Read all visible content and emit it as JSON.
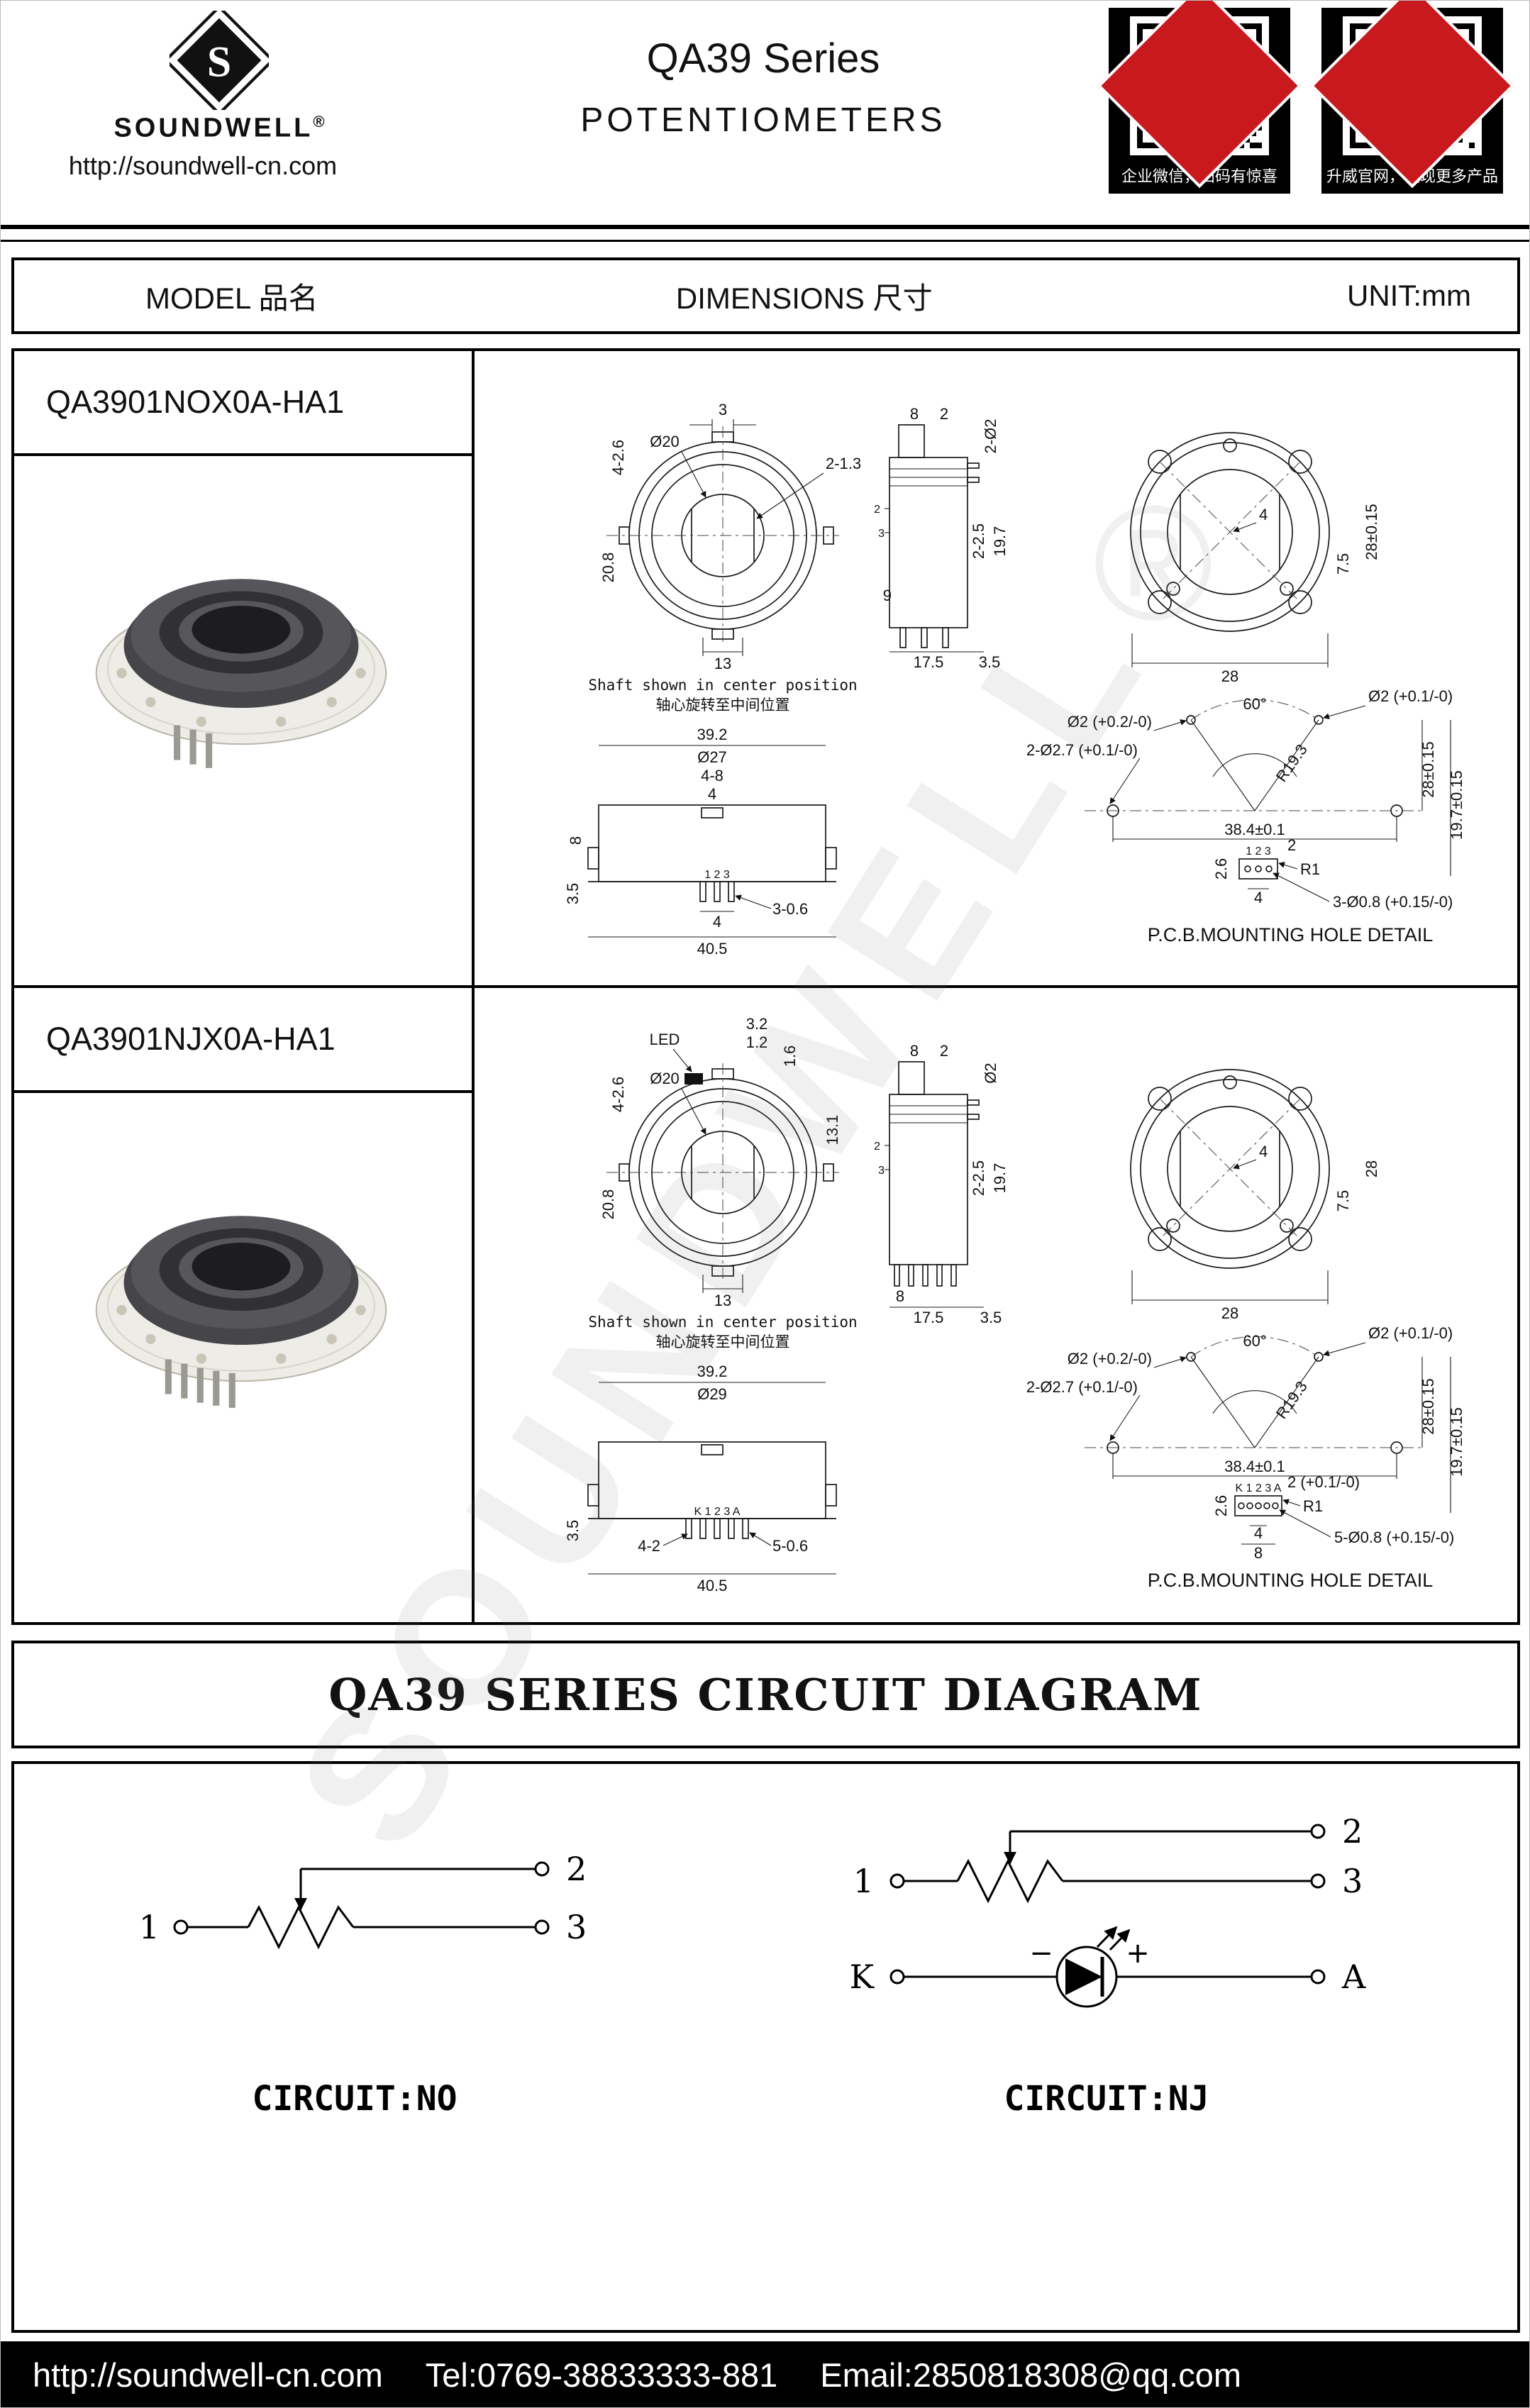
{
  "header": {
    "brand": "SOUNDWELL",
    "registered": "®",
    "url": "http://soundwell-cn.com",
    "series_title": "QA39 Series",
    "product_type": "POTENTIOMETERS",
    "qr_captions": [
      "企业微信，扫码有惊喜",
      "升威官网，发现更多产品"
    ]
  },
  "table_header": {
    "model": "MODEL 品名",
    "dimensions": "DIMENSIONS 尺寸",
    "unit": "UNIT:mm"
  },
  "watermark": {
    "text": "SOUNDWELL",
    "mark": "®"
  },
  "models": [
    {
      "name": "QA3901NOX0A-HA1",
      "note_en": "Shaft shown in center position",
      "note_cn": "轴心旋转至中间位置",
      "front": [
        "3",
        "Ø20",
        "2-1.3",
        "4-2.6",
        "20.8",
        "13"
      ],
      "side": [
        "8",
        "2",
        "2-Ø2",
        "2",
        "3",
        "2-2.5",
        "19.7",
        "9",
        "17.5",
        "3.5"
      ],
      "back": [
        "4",
        "7.5",
        "28±0.15",
        "28"
      ],
      "bottom": [
        "39.2",
        "Ø27",
        "4-8",
        "4",
        "8",
        "3.5",
        "1 2 3",
        "3-0.6",
        "4",
        "40.5"
      ],
      "pcb": [
        "60°",
        "Ø2 (+0.1/-0)",
        "Ø2 (+0.2/-0)",
        "2-Ø2.7 (+0.1/-0)",
        "R19.3",
        "38.4±0.1",
        "28±0.15",
        "19.7±0.15",
        "2",
        "2.6",
        "R1",
        "1 2 3",
        "4",
        "3-Ø0.8 (+0.15/-0)",
        "P.C.B.MOUNTING HOLE DETAIL"
      ]
    },
    {
      "name": "QA3901NJX0A-HA1",
      "note_en": "Shaft shown in center position",
      "note_cn": "轴心旋转至中间位置",
      "front": [
        "LED",
        "3.2",
        "1.2",
        "1.6",
        "Ø20",
        "13.1",
        "4-2.6",
        "20.8",
        "13"
      ],
      "side": [
        "8",
        "2",
        "Ø2",
        "2",
        "3",
        "2-2.5",
        "19.7",
        "8",
        "17.5",
        "3.5"
      ],
      "back": [
        "4",
        "7.5",
        "28",
        "28"
      ],
      "bottom": [
        "39.2",
        "Ø29",
        "3.5",
        "4-2",
        "K 1 2 3 A",
        "5-0.6",
        "40.5"
      ],
      "pcb": [
        "60°",
        "Ø2 (+0.1/-0)",
        "Ø2 (+0.2/-0)",
        "2-Ø2.7 (+0.1/-0)",
        "R19.3",
        "38.4±0.1",
        "28±0.15",
        "2 (+0.1/-0)",
        "19.7±0.15",
        "2.6",
        "R1",
        "K 1 2 3 A",
        "4",
        "8",
        "5-Ø0.8 (+0.15/-0)",
        "P.C.B.MOUNTING HOLE DETAIL"
      ]
    }
  ],
  "circuit_section": {
    "title": "QA39 SERIES CIRCUIT DIAGRAM",
    "no": {
      "t1": "1",
      "t2": "2",
      "t3": "3",
      "label": "CIRCUIT:NO"
    },
    "nj": {
      "t1": "1",
      "t2": "2",
      "t3": "3",
      "k": "K",
      "a": "A",
      "minus": "−",
      "plus": "+",
      "label": "CIRCUIT:NJ"
    }
  },
  "footer": {
    "url": "http://soundwell-cn.com",
    "tel": "Tel:0769-38833333-881",
    "email": "Email:2850818308@qq.com"
  }
}
